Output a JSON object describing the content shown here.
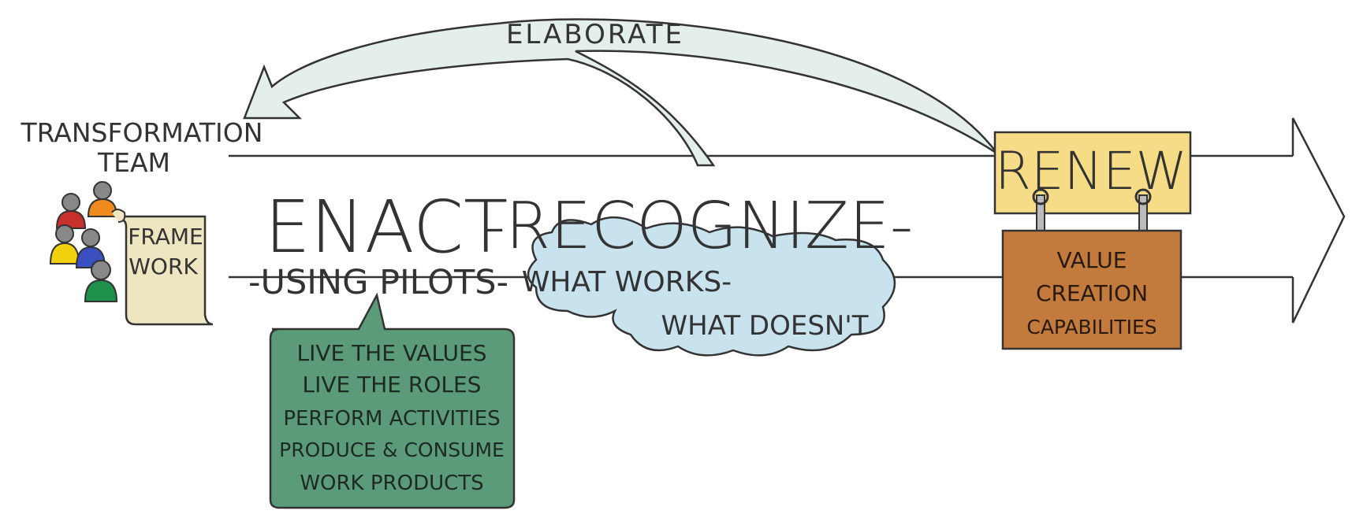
{
  "elaborate": {
    "label": "ELABORATE"
  },
  "team": {
    "line1": "TRANSFORMATION",
    "line2": "TEAM"
  },
  "framework": {
    "line1": "FRAME",
    "line2": "WORK"
  },
  "enact": {
    "title": "ENACT",
    "subtitle": "-USING PILOTS-"
  },
  "bubble": {
    "lines": [
      "LIVE THE VALUES",
      "LIVE THE ROLES",
      "PERFORM ACTIVITIES",
      "PRODUCE & CONSUME",
      "WORK PRODUCTS"
    ]
  },
  "recognize": {
    "title": "-RECOGNIZE-",
    "line1": "WHAT WORKS-",
    "line2": "WHAT DOESN'T"
  },
  "renew": {
    "title": "RENEW"
  },
  "value": {
    "line1": "VALUE",
    "line2": "CREATION",
    "line3": "CAPABILITIES"
  },
  "colors": {
    "elaborate_arrow": "#e4eeed",
    "renew_box": "#f7dc88",
    "value_board": "#c27b3d",
    "bubble": "#5c9b79",
    "cloud": "#c8e2ee",
    "scroll": "#ede6c0",
    "ink": "#333333"
  },
  "people": [
    {
      "color": "#c8312b"
    },
    {
      "color": "#ef8a1f"
    },
    {
      "color": "#f2d20e"
    },
    {
      "color": "#3a4fc0"
    },
    {
      "color": "#1f8f4c"
    }
  ]
}
